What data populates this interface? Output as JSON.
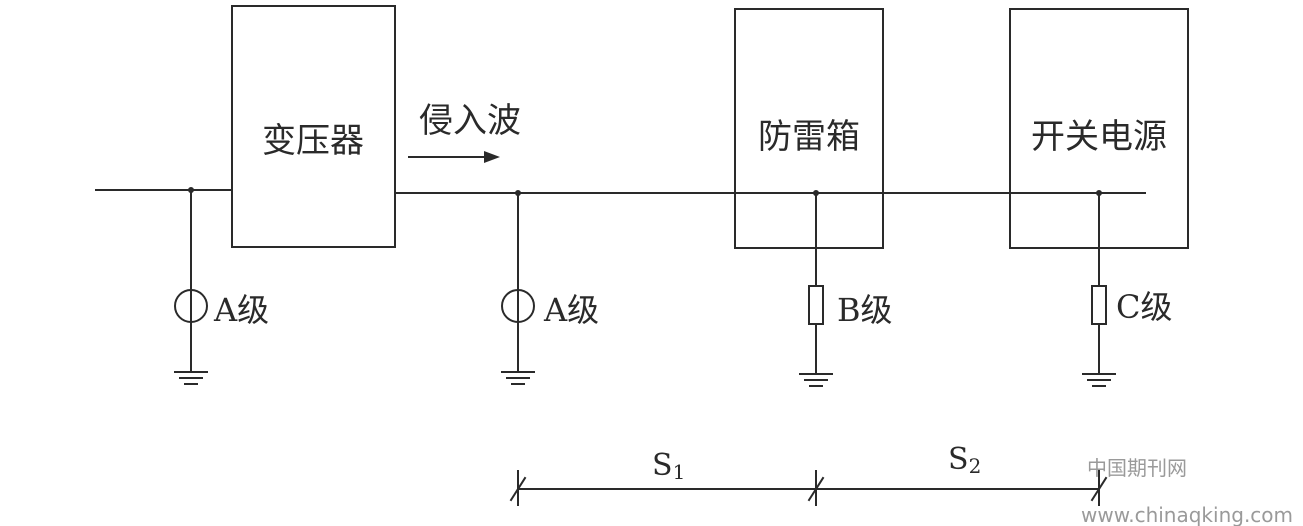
{
  "boxes": {
    "transformer": "变压器",
    "surge_box": "防雷箱",
    "power_supply": "开关电源"
  },
  "arrow_label": "侵入波",
  "protectors": {
    "p1": "A级",
    "p2": "A级",
    "p3": "B级",
    "p4": "C级"
  },
  "distances": {
    "s1": {
      "letter": "S",
      "sub": "1"
    },
    "s2": {
      "letter": "S",
      "sub": "2"
    }
  },
  "watermark": {
    "cn": "中国期刊网",
    "url": "www.chinaqking.com"
  },
  "colors": {
    "line": "#2a2a2a",
    "watermark": "#9a9a9a"
  }
}
